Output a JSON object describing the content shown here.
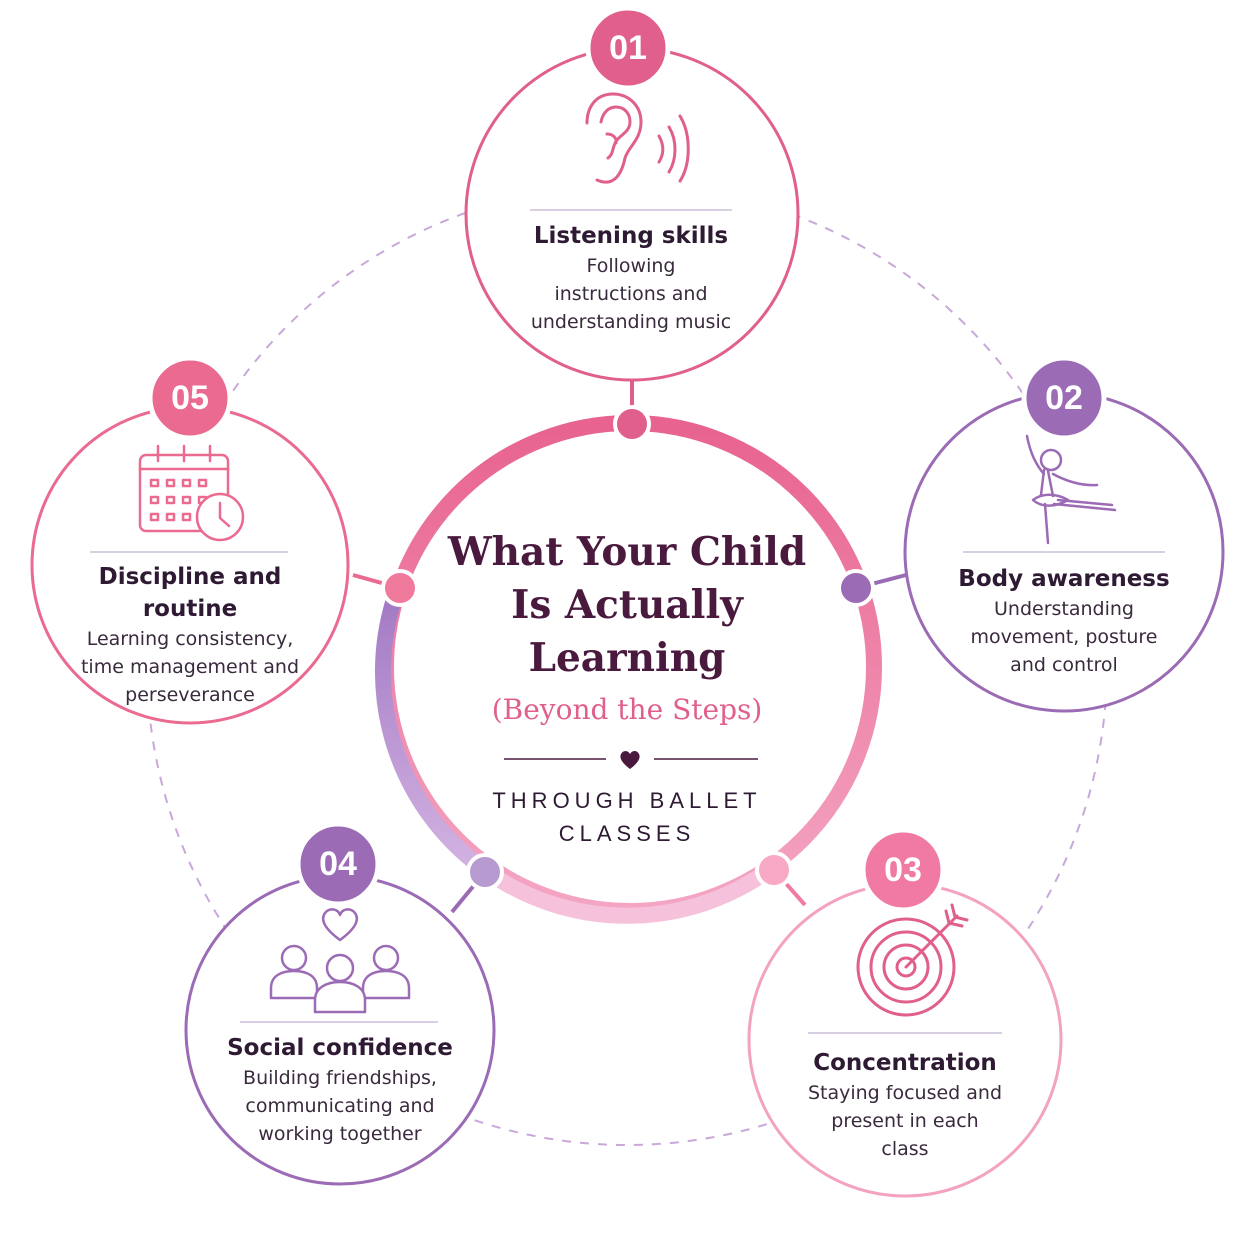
{
  "center": {
    "title": "What Your Child Is Actually Learning",
    "subtitle": "(Beyond the Steps)",
    "caption": "THROUGH BALLET CLASSES"
  },
  "items": [
    {
      "number": "01",
      "title": "Listening skills",
      "description": "Following instructions and understanding music",
      "icon": "ear-icon",
      "color": "#e05f8c"
    },
    {
      "number": "02",
      "title": "Body awareness",
      "description": "Understanding movement, posture and control",
      "icon": "ballerina-icon",
      "color": "#9b6bb5"
    },
    {
      "number": "03",
      "title": "Concentration",
      "description": "Staying focused and present in each class",
      "icon": "target-icon",
      "color": "#f07aa3"
    },
    {
      "number": "04",
      "title": "Social confidence",
      "description": "Building friendships, communicating and working together",
      "icon": "group-heart-icon",
      "color": "#9b6bb5"
    },
    {
      "number": "05",
      "title": "Discipline and routine",
      "description": "Learning consistency, time management and perseverance",
      "icon": "calendar-clock-icon",
      "color": "#ea6a90"
    }
  ],
  "colors": {
    "pink": "#e05f8c",
    "purple": "#9b6bb5",
    "light_pink": "#f07aa3",
    "dark_text": "#2e1a33",
    "title_text": "#4a1a3e"
  }
}
